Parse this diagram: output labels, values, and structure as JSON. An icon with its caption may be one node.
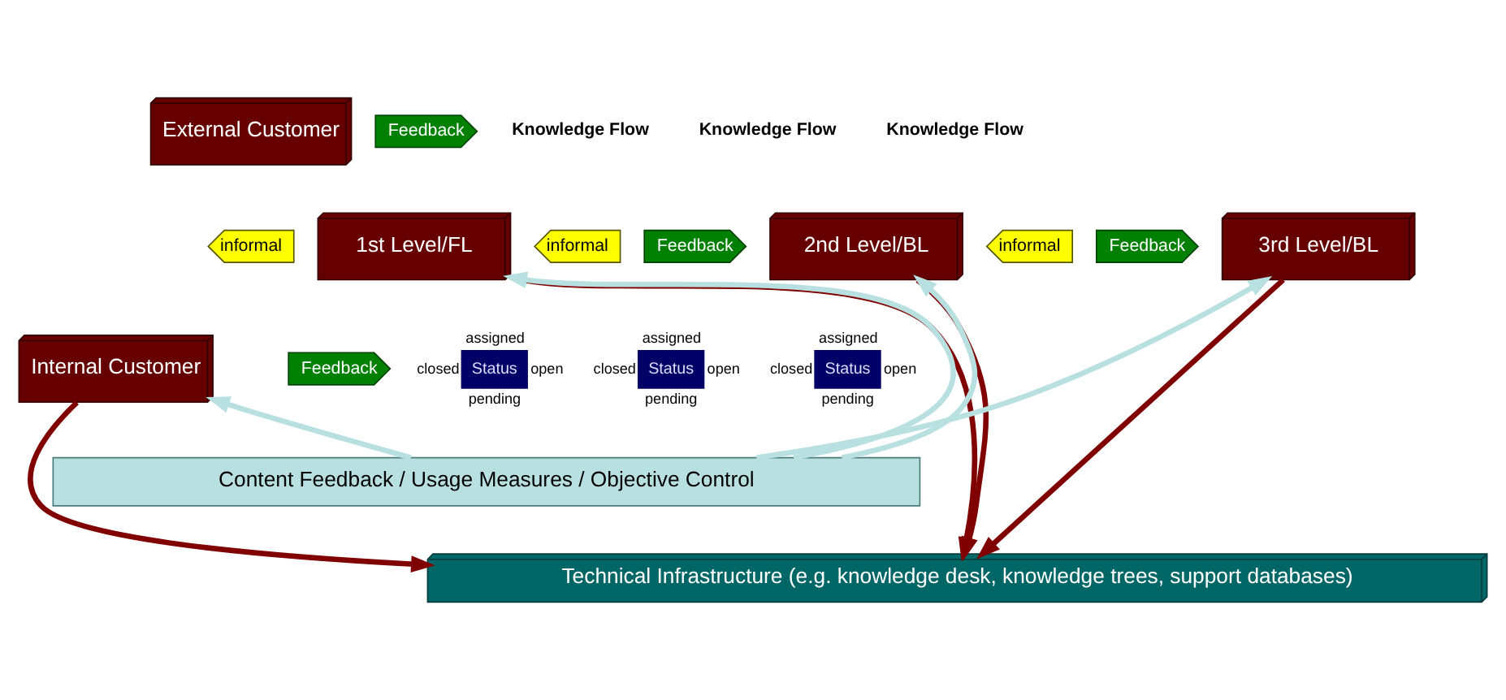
{
  "diagram": {
    "nodes": [
      {
        "text": [
          "External Customer"
        ]
      },
      {
        "text": [
          "Feedback"
        ]
      },
      {
        "text": [
          "informal"
        ]
      },
      {
        "text": [
          "Internal Customer"
        ]
      },
      {
        "text": [
          "Feedback"
        ]
      },
      {
        "text": [
          "1st Level/FL"
        ]
      },
      {
        "text": [
          "Status"
        ],
        "beside": [
          "assigned",
          "closed",
          "open",
          "pending"
        ]
      },
      {
        "text": [
          "informal"
        ]
      },
      {
        "text": [
          "Feedback"
        ]
      },
      {
        "text": [
          "2nd Level/BL"
        ]
      },
      {
        "text": [
          "Status"
        ],
        "beside": [
          "assigned",
          "closed",
          "open",
          "pending"
        ]
      },
      {
        "text": [
          "informal"
        ]
      },
      {
        "text": [
          "Feedback"
        ]
      },
      {
        "text": [
          "3rd Level/BL"
        ]
      },
      {
        "text": [
          "Status"
        ],
        "beside": [
          "assigned",
          "closed",
          "open",
          "pending"
        ]
      },
      {
        "text": [
          "Content Feedback / Usage Measures / Objective Control"
        ]
      },
      {
        "text": [
          "Technical Infrastructure (e.g. knowledge desk, knowledge trees, support databases)"
        ]
      }
    ],
    "edges": [
      {
        "from": 15,
        "to": 3,
        "arrow": "to",
        "color": "#b9e0e0"
      },
      {
        "from": 3,
        "to": 16,
        "arrow": "to",
        "color": "#800000"
      },
      {
        "from": 15,
        "to": 5,
        "arrow": "to",
        "color": "#b9e0e0"
      },
      {
        "from": 5,
        "to": 16,
        "arrow": "to",
        "color": "#800000"
      },
      {
        "from": 15,
        "to": 9,
        "arrow": "to",
        "color": "#b9e0e0"
      },
      {
        "from": 9,
        "to": 16,
        "arrow": "to",
        "color": "#800000"
      },
      {
        "from": 15,
        "to": 13,
        "arrow": "to",
        "color": "#b9e0e0"
      },
      {
        "from": 13,
        "to": 16,
        "arrow": "to",
        "color": "#800000"
      }
    ],
    "labels": [
      "Knowledge Flow",
      "Knowledge Flow",
      "Knowledge Flow"
    ]
  }
}
